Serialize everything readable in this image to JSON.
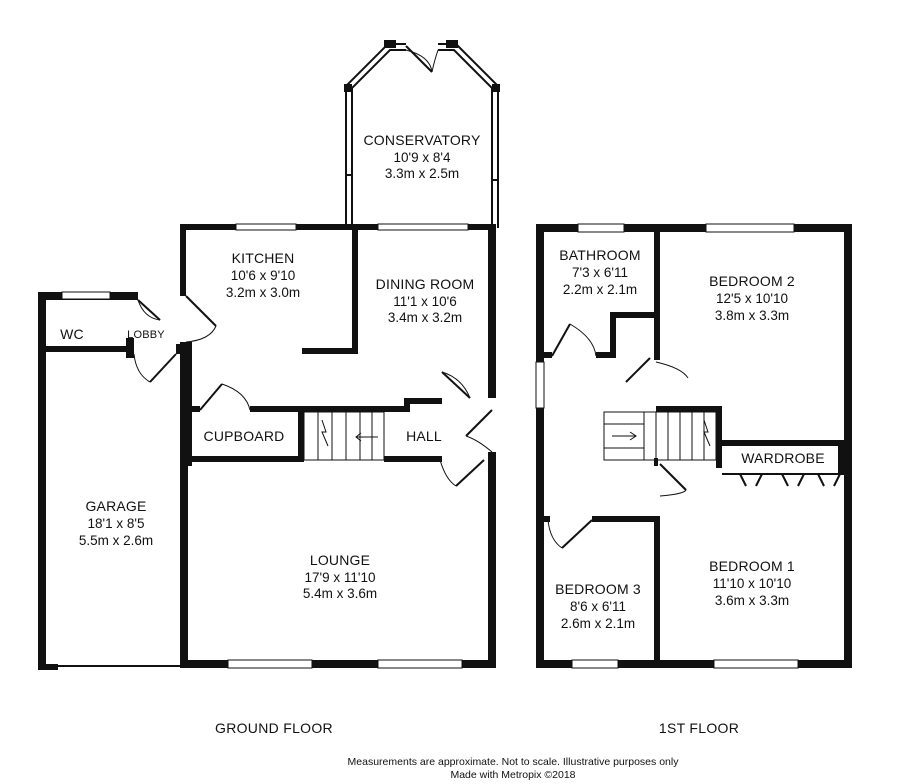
{
  "ground_floor": {
    "label": "GROUND FLOOR",
    "rooms": {
      "conservatory": {
        "name": "CONSERVATORY",
        "imperial": "10'9 x 8'4",
        "metric": "3.3m x 2.5m"
      },
      "kitchen": {
        "name": "KITCHEN",
        "imperial": "10'6 x 9'10",
        "metric": "3.2m x 3.0m"
      },
      "dining_room": {
        "name": "DINING ROOM",
        "imperial": "11'1 x 10'6",
        "metric": "3.4m x 3.2m"
      },
      "wc": {
        "name": "WC"
      },
      "lobby": {
        "name": "LOBBY"
      },
      "cupboard": {
        "name": "CUPBOARD"
      },
      "hall": {
        "name": "HALL"
      },
      "garage": {
        "name": "GARAGE",
        "imperial": "18'1 x 8'5",
        "metric": "5.5m x 2.6m"
      },
      "lounge": {
        "name": "LOUNGE",
        "imperial": "17'9 x 11'10",
        "metric": "5.4m x 3.6m"
      }
    }
  },
  "first_floor": {
    "label": "1ST FLOOR",
    "rooms": {
      "bathroom": {
        "name": "BATHROOM",
        "imperial": "7'3 x 6'11",
        "metric": "2.2m x 2.1m"
      },
      "bedroom2": {
        "name": "BEDROOM 2",
        "imperial": "12'5 x 10'10",
        "metric": "3.8m x 3.3m"
      },
      "wardrobe": {
        "name": "WARDROBE"
      },
      "bedroom3": {
        "name": "BEDROOM 3",
        "imperial": "8'6 x 6'11",
        "metric": "2.6m x 2.1m"
      },
      "bedroom1": {
        "name": "BEDROOM 1",
        "imperial": "11'10 x 10'10",
        "metric": "3.6m x 3.3m"
      }
    }
  },
  "footer": {
    "disclaimer": "Measurements are approximate.  Not to scale.  Illustrative purposes only",
    "credit": "Made with Metropix ©2018"
  }
}
